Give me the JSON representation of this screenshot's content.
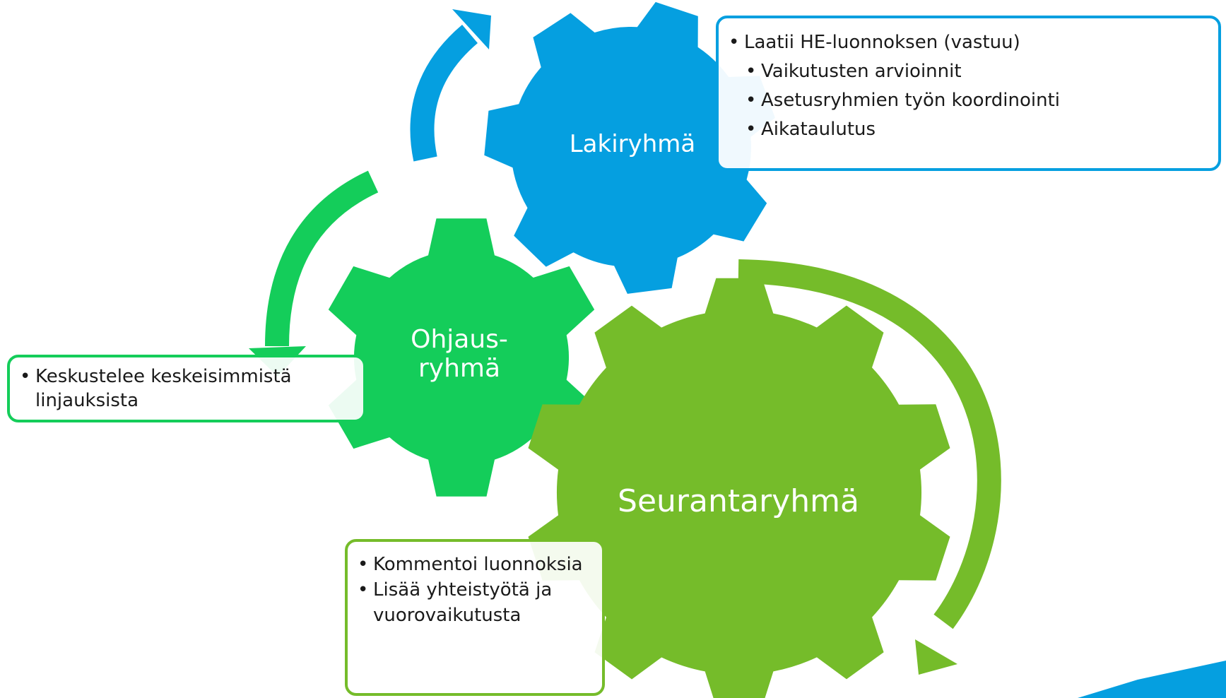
{
  "gears": {
    "lakiryhma": {
      "label": "Lakiryhmä",
      "color": "#059fe0"
    },
    "ohjausryhma": {
      "label_line1": "Ohjaus-",
      "label_line2": "ryhmä",
      "color": "#14cd5a"
    },
    "seurantaryhma": {
      "label": "Seurantaryhmä",
      "color": "#75bc2a"
    }
  },
  "callouts": {
    "lakiryhma": {
      "items": [
        "Laatii HE-luonnoksen (vastuu)",
        "Vaikutusten arvioinnit",
        "Asetusryhmien työn koordinointi",
        "Aikataulutus"
      ]
    },
    "ohjausryhma": {
      "items": [
        "Keskustelee keskeisimmistä linjauksista"
      ]
    },
    "seurantaryhma": {
      "items": [
        "Kommentoi luonnoksia",
        "Lisää yhteistyötä ja vuorovaikutusta"
      ]
    }
  },
  "colors": {
    "blue": "#059fe0",
    "green": "#14cd5a",
    "olive_green": "#75bc2a"
  }
}
